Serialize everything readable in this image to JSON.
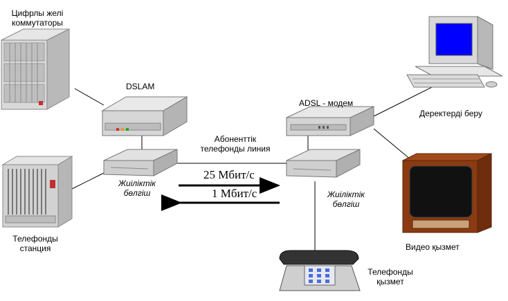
{
  "nodes": {
    "digital_switch": {
      "line1": "Цифрлы желі",
      "line2": "коммутаторы"
    },
    "dslam": {
      "label": "DSLAM"
    },
    "phone_station": {
      "line1": "Телефонды",
      "line2": "станция"
    },
    "splitter_left": {
      "line1": "Жиіліктік",
      "line2": "бөлгіш"
    },
    "splitter_right": {
      "line1": "Жиіліктік",
      "line2": "бөлгіш"
    },
    "adsl_modem": {
      "label": "ADSL - модем"
    },
    "computer": {
      "label": "Деректерді беру"
    },
    "tv": {
      "label": "Видео қызмет"
    },
    "telephone": {
      "line1": "Телефонды",
      "line2": "қызмет"
    }
  },
  "link": {
    "subscriber_line1": "Абоненттік",
    "subscriber_line2": "телефонды линия",
    "downstream": "25 Мбит/с",
    "upstream": "1 Мбит/с"
  },
  "colors": {
    "device_body": "#d8d8d8",
    "device_dark": "#9a9a9a",
    "monitor_screen": "#0000ff",
    "tv_cabinet": "#8b3a12",
    "tv_screen": "#111111",
    "phone_buttons": "#4a6fd8"
  }
}
